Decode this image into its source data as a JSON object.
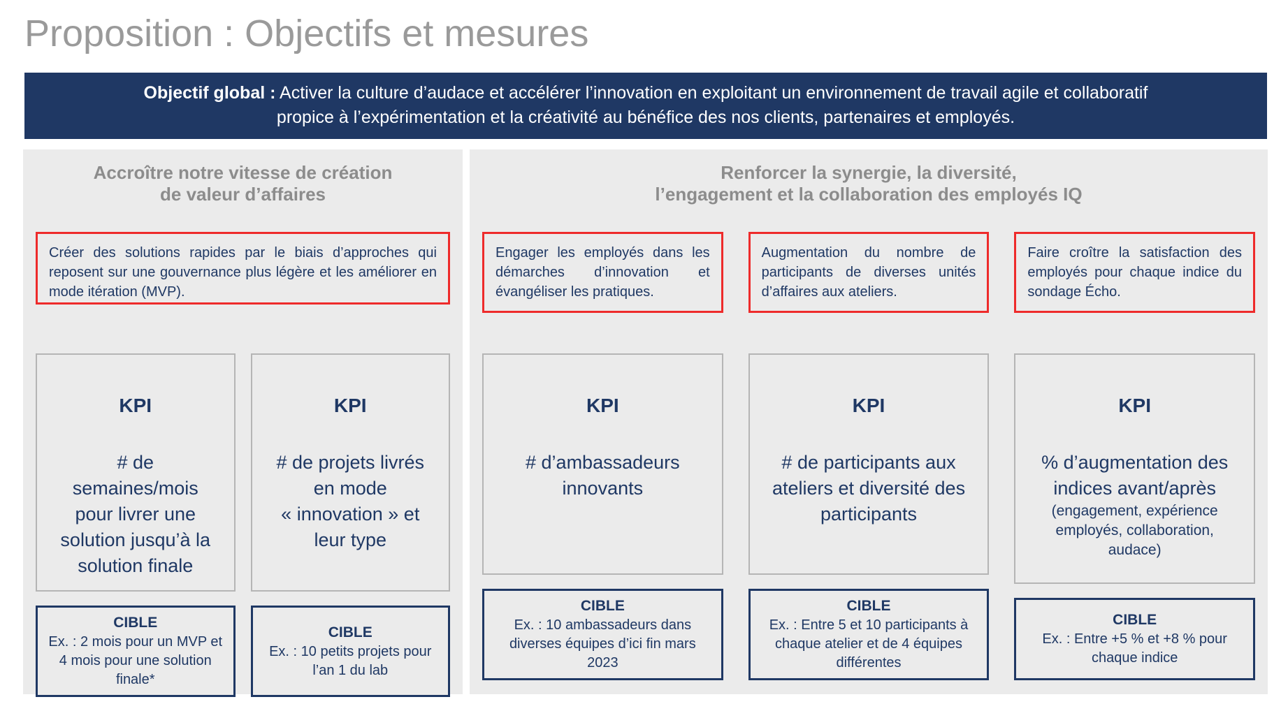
{
  "title": "Proposition : Objectifs et mesures",
  "banner": {
    "label": "Objectif global :",
    "line1": "Activer la culture d’audace et accélérer l’innovation en exploitant un environnement de travail agile et collaboratif",
    "line2": "propice à l’expérimentation et la créativité au bénéfice des nos clients, partenaires et employés."
  },
  "left_section": {
    "header_line1": "Accroître notre vitesse de création",
    "header_line2": "de valeur d’affaires",
    "objective": "Créer des solutions rapides par le biais d’approches qui reposent sur une gouvernance plus légère et les améliorer en mode itération (MVP).",
    "kpis": [
      {
        "label": "KPI",
        "text": "# de semaines/mois pour livrer une solution jusqu’à la solution finale"
      },
      {
        "label": "KPI",
        "text": "# de projets livrés en mode « innovation » et leur type"
      }
    ],
    "cibles": [
      {
        "label": "CIBLE",
        "text": "Ex. : 2 mois pour un MVP et 4 mois pour une solution finale*"
      },
      {
        "label": "CIBLE",
        "text": "Ex. : 10 petits projets pour l’an 1 du lab"
      }
    ]
  },
  "right_section": {
    "header_line1": "Renforcer la synergie, la diversité,",
    "header_line2": "l’engagement et la collaboration des employés IQ",
    "columns": [
      {
        "objective": "Engager les employés dans les démarches d’innovation et évangéliser les pratiques.",
        "kpi_label": "KPI",
        "kpi_text": "# d’ambassadeurs innovants",
        "cible_label": "CIBLE",
        "cible_text": "Ex. : 10 ambassadeurs dans diverses équipes d’ici fin mars 2023"
      },
      {
        "objective": "Augmentation du nombre de participants de diverses unités d’affaires aux ateliers.",
        "kpi_label": "KPI",
        "kpi_text": "# de participants aux ateliers et diversité des participants",
        "cible_label": "CIBLE",
        "cible_text": "Ex. : Entre 5 et 10 participants à chaque atelier et de 4 équipes différentes"
      },
      {
        "objective": "Faire croître la satisfaction des employés pour chaque indice du sondage Écho.",
        "kpi_label": "KPI",
        "kpi_text": "% d’augmentation des indices avant/après",
        "kpi_note": "(engagement, expérience employés, collaboration, audace)",
        "cible_label": "CIBLE",
        "cible_text": "Ex. : Entre +5 % et +8 % pour chaque indice"
      }
    ]
  },
  "colors": {
    "navy": "#1f3864",
    "red_accent": "#ee2b2b",
    "panel_gray": "#ebebeb",
    "header_gray": "#8c8c8c",
    "title_gray": "#9a9a9a"
  }
}
